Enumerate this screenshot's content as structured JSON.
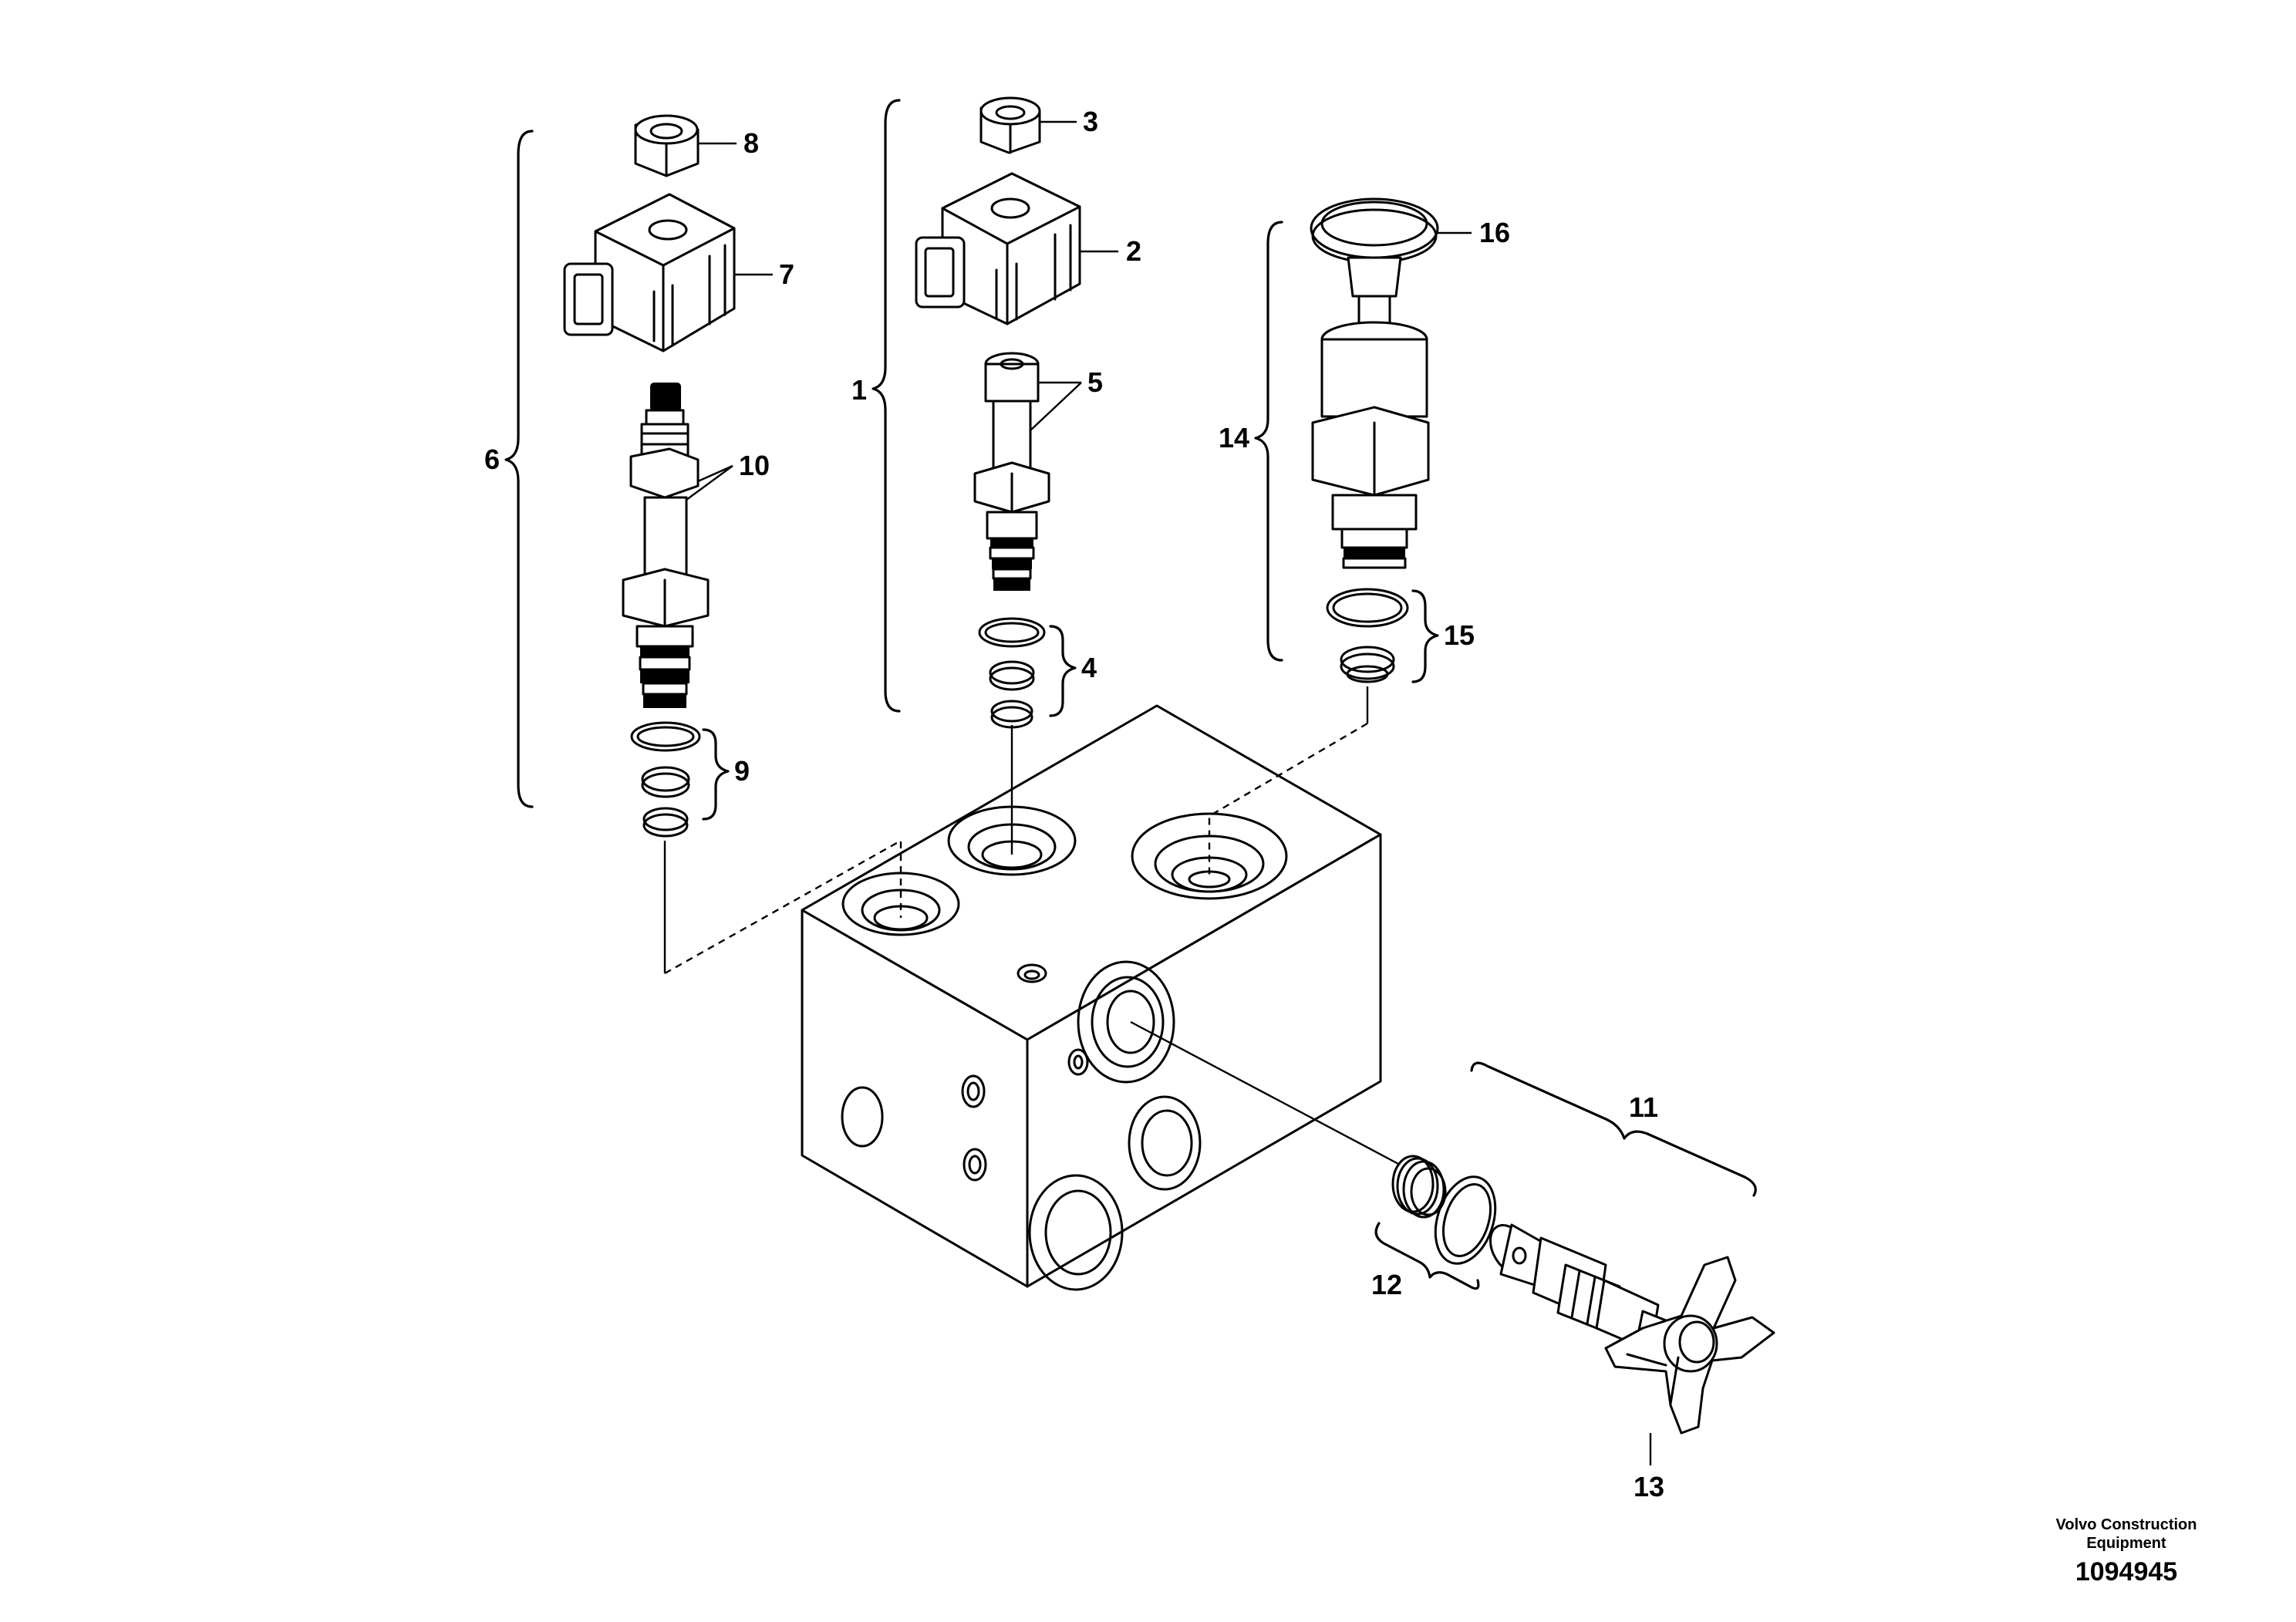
{
  "labels": {
    "l1": "1",
    "l2": "2",
    "l3": "3",
    "l4": "4",
    "l5": "5",
    "l6": "6",
    "l7": "7",
    "l8": "8",
    "l9": "9",
    "l10": "10",
    "l11": "11",
    "l12": "12",
    "l13": "13",
    "l14": "14",
    "l15": "15",
    "l16": "16"
  },
  "footer": {
    "manufacturer_line1": "Volvo Construction",
    "manufacturer_line2": "Equipment",
    "drawing_number": "1094945"
  }
}
